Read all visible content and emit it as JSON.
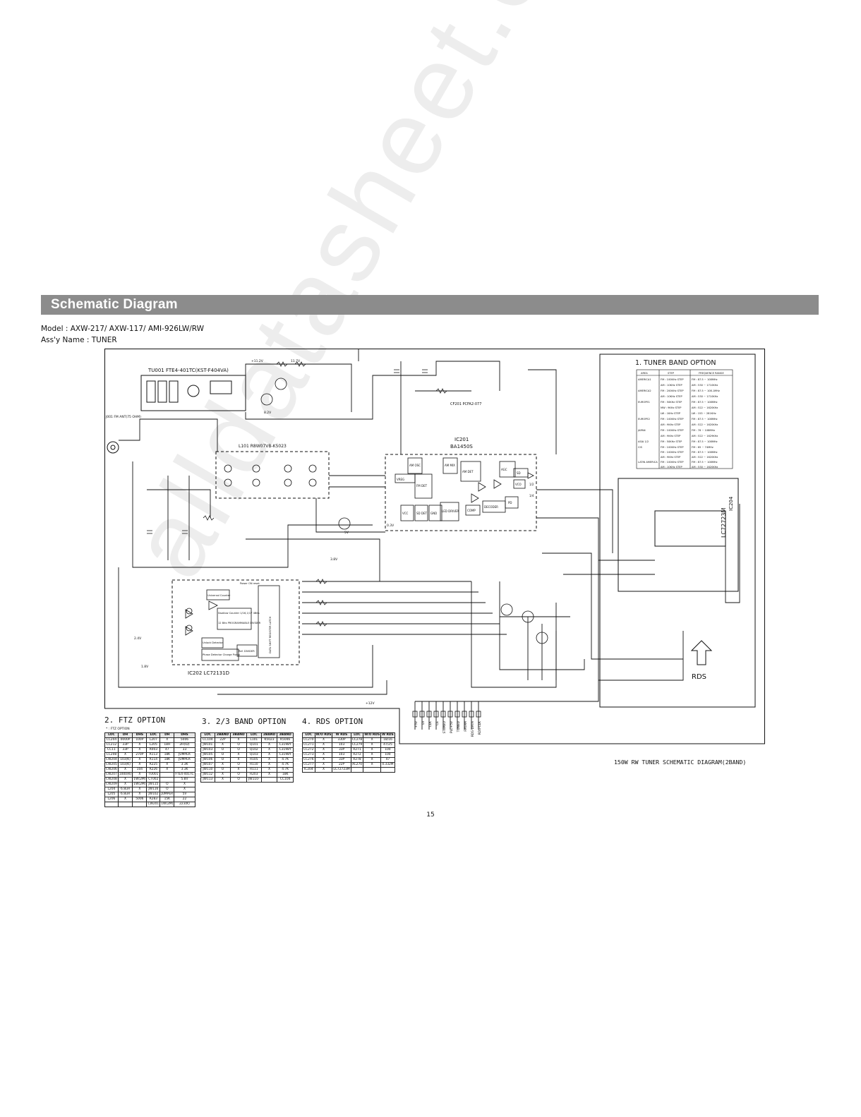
{
  "banner": {
    "title": "Schematic Diagram"
  },
  "meta": {
    "model": "Model : AXW-217/ AXW-117/ AMI-926LW/RW",
    "assy": "Ass'y Name : TUNER"
  },
  "schematic": {
    "tuner_pack": "TU001 FTE4-401TC(KST-F404VA)",
    "antenna": "J001 FM ANT(75 OHM)",
    "ifc": "L101 R8W07VB-K5023",
    "ic201": "IC201",
    "ic201_part": "BA1450S",
    "ic202": "IC202 LC72131D",
    "ic204": "IC204",
    "ic204_part": "LC72723M",
    "cf_label": "CF201 PCFA2-077",
    "blocks": [
      "VREG",
      "AM OSC",
      "AM MIX",
      "FM DET",
      "AM DET",
      "AGC",
      "VCC",
      "SD DET",
      "GND",
      "LED DRIVER",
      "COMP",
      "DECODER",
      "PD",
      "VCO",
      "SD",
      "1/2",
      "1/4"
    ],
    "pll_blocks": [
      "Universal Counter",
      "Swallow Counter 1/16,1/17 4Bits",
      "12 Bits PROGRAMMABLE DIVIDER",
      "Unlock Detector",
      "Phase Detector Charge Pump",
      "Ref. DIVIDER",
      "DATA SHIFT REGISTER LATCH",
      "Power ON reset"
    ],
    "voltages": [
      "+11.2V",
      "11.7V",
      "+12V",
      "8.2V",
      "5V",
      "3.8V",
      "2.4V",
      "1.8V",
      "0.3V"
    ],
    "tuner_band_title": "1. TUNER BAND OPTION",
    "rds_label": "RDS",
    "connector_pins": [
      "+5V",
      "DI",
      "CLK",
      "CE",
      "STEREO",
      "PLL+5V",
      "TUNED",
      "FM/AM",
      "RDS-DATA",
      "RDS-CLK"
    ]
  },
  "band_table": {
    "headers": [
      "AREA",
      "STEP",
      "FREQUENCE RANGE"
    ],
    "rows": [
      [
        "AMERICA1",
        "FM : 100KHz STEP",
        "FM : 87.5 ~ 108MHz"
      ],
      [
        "",
        "AM : 10KHz STEP",
        "AM : 530 ~ 1710KHz"
      ],
      [
        "AMERICA2",
        "FM : 200KHz STEP",
        "FM : 87.5 ~ 108.1MHz"
      ],
      [
        "",
        "AM : 10KHz STEP",
        "AM : 530 ~ 1710KHz"
      ],
      [
        "EUROPE1",
        "FM : 50KHz STEP",
        "FM : 87.5 ~ 108MHz"
      ],
      [
        "",
        "MW : 9KHz STEP",
        "AM : 522 ~ 1620KHz"
      ],
      [
        "",
        "LW : 1KHz STEP",
        "LW : 153 ~ 281KHz"
      ],
      [
        "EUROPE2",
        "FM : 100KHz STEP",
        "FM : 87.5 ~ 108MHz"
      ],
      [
        "",
        "AM : 9KHz STEP",
        "AM : 522 ~ 1620KHz"
      ],
      [
        "JAPAN",
        "FM : 100KHz STEP",
        "FM : 76 ~ 108MHz"
      ],
      [
        "",
        "AM : 9KHz STEP",
        "AM : 522 ~ 1629KHz"
      ],
      [
        "ASIA 1/2",
        "FM : 50KHz STEP",
        "FM : 87.5 ~ 108MHz"
      ],
      [
        "CIS",
        "FM : 100KHz STEP",
        "FM : 65 ~ 74MHz"
      ],
      [
        "",
        "FM : 100KHz STEP",
        "FM : 87.5 ~ 108MHz"
      ],
      [
        "",
        "AM : 9KHz STEP",
        "AM : 522 ~ 1620KHz"
      ],
      [
        "LATIN AMERICA",
        "FM : 100KHz STEP",
        "FM : 87.5 ~ 108MHz"
      ],
      [
        "",
        "AM : 10KHz STEP",
        "AM : 530 ~ 1620KHz"
      ]
    ]
  },
  "options": {
    "ftz": {
      "title": "2. FTZ OPTION",
      "note": "* : FTZ OPTION",
      "headers": [
        "LOC",
        "DH",
        "DHS",
        "LOC",
        "DH",
        "DHS"
      ],
      "rows": [
        [
          "CC204",
          "0000P",
          "100P",
          "L207",
          "X",
          "5006"
        ],
        [
          "CC212",
          "33P",
          "X",
          "L205",
          "18H",
          "2H(ID)"
        ],
        [
          "CC11",
          "33P",
          "X",
          "R003",
          "47",
          "33"
        ],
        [
          "CC208",
          "X",
          "270P",
          "R113",
          "18K",
          "JUMPER"
        ],
        [
          "CW204",
          "103(K)",
          "X",
          "R114",
          "18K",
          "JUMPER"
        ],
        [
          "CW205",
          "103(K)",
          "X",
          "R225",
          "X",
          "3.3K"
        ],
        [
          "CW206",
          "X",
          "104",
          "R226",
          "X",
          "3.3K"
        ],
        [
          "CW207",
          "1000(K)",
          "X",
          "TU001",
          "",
          "FTE4-401TC"
        ],
        [
          "CW208",
          "X",
          "1W(2M)",
          "CT002",
          "",
          "5.8V"
        ],
        [
          "CW209",
          "X",
          "1W(2M)",
          "JW115",
          "O",
          "X"
        ],
        [
          "L204",
          "6.8uH",
          "X",
          "JW116",
          "O",
          "X"
        ],
        [
          "L205",
          "6.8uH",
          "X",
          "JW102",
          "JUMPER",
          "5V"
        ],
        [
          "L206",
          "X",
          "5006",
          "R283",
          "15K",
          "22"
        ],
        [
          "",
          "",
          "",
          "CW201",
          "1W(2M)",
          "223(K)"
        ]
      ]
    },
    "band23": {
      "title": "3. 2/3 BAND OPTION",
      "headers": [
        "LOC",
        "2BAND",
        "3BAND",
        "LOC",
        "2BAND",
        "3BAND"
      ],
      "rows": [
        [
          "CC104",
          "22P",
          "X",
          "L101",
          "K5023",
          "K5046"
        ],
        [
          "JW101",
          "X",
          "O",
          "Q101",
          "X",
          "C3198Y"
        ],
        [
          "JW103",
          "O",
          "O",
          "Q102",
          "X",
          "C3198Y"
        ],
        [
          "JW105",
          "O",
          "X",
          "Q103",
          "X",
          "C3198Y"
        ],
        [
          "JW106",
          "O",
          "X",
          "R105",
          "X",
          "4.7K"
        ],
        [
          "JW107",
          "X",
          "O",
          "R110",
          "X",
          "4.7K"
        ],
        [
          "JW110",
          "O",
          "X",
          "R111",
          "X",
          "4.7K"
        ],
        [
          "JW112",
          "X",
          "O",
          "R203",
          "X",
          "18K"
        ],
        [
          "JW113",
          "X",
          "O",
          "JW110-",
          "",
          "CC104"
        ]
      ]
    },
    "rds": {
      "title": "4. RDS OPTION",
      "headers": [
        "LOC",
        "W/O RDS",
        "W RDS",
        "LOC",
        "W/O RDS",
        "W RDS"
      ],
      "rows": [
        [
          "CC270",
          "X",
          "330P",
          "CC278",
          "X",
          "18/16"
        ],
        [
          "CC271",
          "X",
          "103",
          "CC279",
          "X",
          "47/25"
        ],
        [
          "CC272",
          "X",
          "33P",
          "R271",
          "X",
          "100"
        ],
        [
          "CC273",
          "X",
          "103",
          "R272",
          "X",
          "100"
        ],
        [
          "CC276",
          "X",
          "33P",
          "R278",
          "X",
          "47"
        ],
        [
          "CC277",
          "X",
          "22P",
          "XC270",
          "X",
          "4.332M"
        ],
        [
          "IC204",
          "X",
          "LC72723M",
          "",
          "",
          ""
        ]
      ]
    }
  },
  "caption": "150W RW TUNER SCHEMATIC DIAGRAM(2BAND)",
  "page_number": "15",
  "watermark": "alldatasheet.com"
}
